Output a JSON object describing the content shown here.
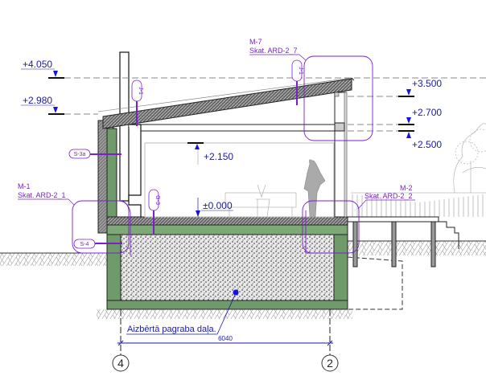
{
  "levels": {
    "left": [
      "+4.050",
      "+2.980"
    ],
    "right": [
      "+3.500",
      "+2.700",
      "+2.500"
    ],
    "interior": [
      "+2.150",
      "±0.000"
    ]
  },
  "details": [
    {
      "id": "M-7",
      "ref": "Skat. ARD-2_7"
    },
    {
      "id": "M-1",
      "ref": "Skat. ARD-2_1"
    },
    {
      "id": "M-2",
      "ref": "Skat. ARD-2_2"
    }
  ],
  "layer_tags": [
    "J-1",
    "J-1",
    "G-3",
    "S-3a",
    "S-4"
  ],
  "note": "Aizbērtā pagraba daļa.",
  "dimension": "6040",
  "grid_axes": [
    "4",
    "2"
  ],
  "colors": {
    "annotation": "#7a1fd0",
    "level": "#1a1aa8",
    "insulation": "#6f9a6a"
  }
}
